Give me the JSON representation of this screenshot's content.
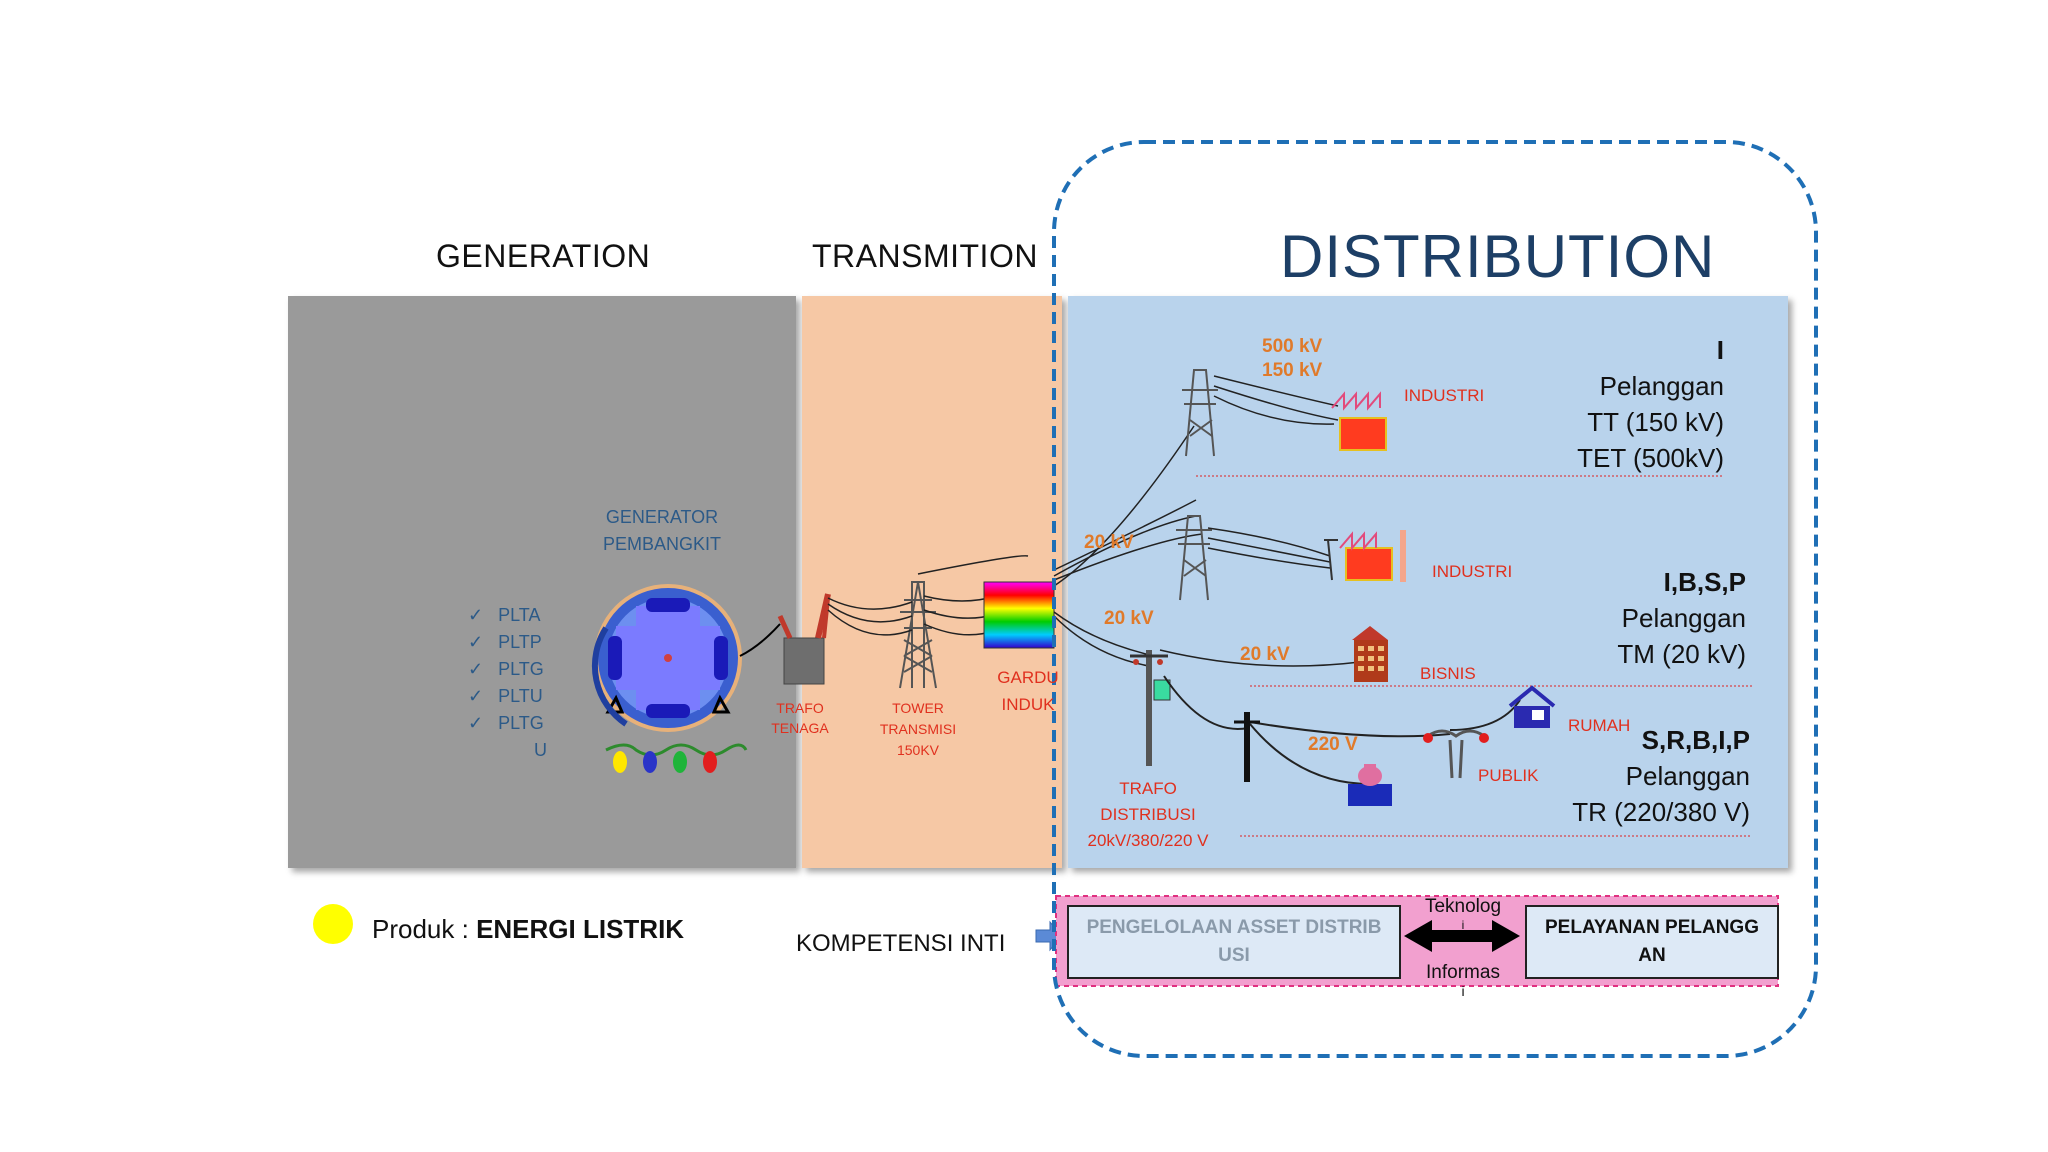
{
  "sections": {
    "generation": "GENERATION",
    "transmission": "TRANSMITION",
    "distribution": "DISTRIBUTION"
  },
  "generation": {
    "generator_label_1": "GENERATOR",
    "generator_label_2": "PEMBANGKIT",
    "plants": [
      "PLTA",
      "PLTP",
      "PLTG",
      "PLTU",
      "PLTG"
    ],
    "plant_tail": "U"
  },
  "transmission": {
    "trafo_1": "TRAFO",
    "trafo_2": "TENAGA",
    "tower_1": "TOWER",
    "tower_2": "TRANSMISI",
    "tower_3": "150KV",
    "gardu_1": "GARDU",
    "gardu_2": "INDUK"
  },
  "distribution": {
    "kv_500": "500 kV",
    "kv_150": "150 kV",
    "industri_1": "INDUSTRI",
    "kv_20a": "20 kV",
    "industri_2": "INDUSTRI",
    "kv_20b": "20 kV",
    "kv_20c": "20 kV",
    "bisnis": "BISNIS",
    "rumah": "RUMAH",
    "publik": "PUBLIK",
    "v_220": "220 V",
    "trafo_dist_1": "TRAFO",
    "trafo_dist_2": "DISTRIBUSI",
    "trafo_dist_3": "20kV/380/220 V",
    "cust_tt_code": "I",
    "cust_tt_1": "Pelanggan",
    "cust_tt_2": "TT (150 kV)",
    "cust_tt_3": "TET (500kV)",
    "cust_tm_code": "I,B,S,P",
    "cust_tm_1": "Pelanggan",
    "cust_tm_2": "TM (20 kV)",
    "cust_tr_code": "S,R,B,I,P",
    "cust_tr_1": "Pelanggan",
    "cust_tr_2": "TR (220/380 V)"
  },
  "footer": {
    "produk_prefix": "Produk : ",
    "produk_value": "ENERGI LISTRIK",
    "kompetensi": "KOMPETENSI INTI",
    "box1_line1": "PENGELOLAAN ASSET DISTRIB",
    "box1_line2": "USI",
    "box2_line1": "PELAYANAN PELANGG",
    "box2_line2": "AN",
    "tech_1": "Teknolog",
    "tech_2": "i",
    "info_1": "Informas",
    "info_2": "i"
  },
  "colors": {
    "generation_bg": "#9a9a9a",
    "transmission_bg": "#f6c8a5",
    "distribution_bg": "#b9d3ec",
    "dashed_border": "#1f6fb5",
    "produk_dot": "#ffff00",
    "core_band": "#f2a0cf"
  }
}
